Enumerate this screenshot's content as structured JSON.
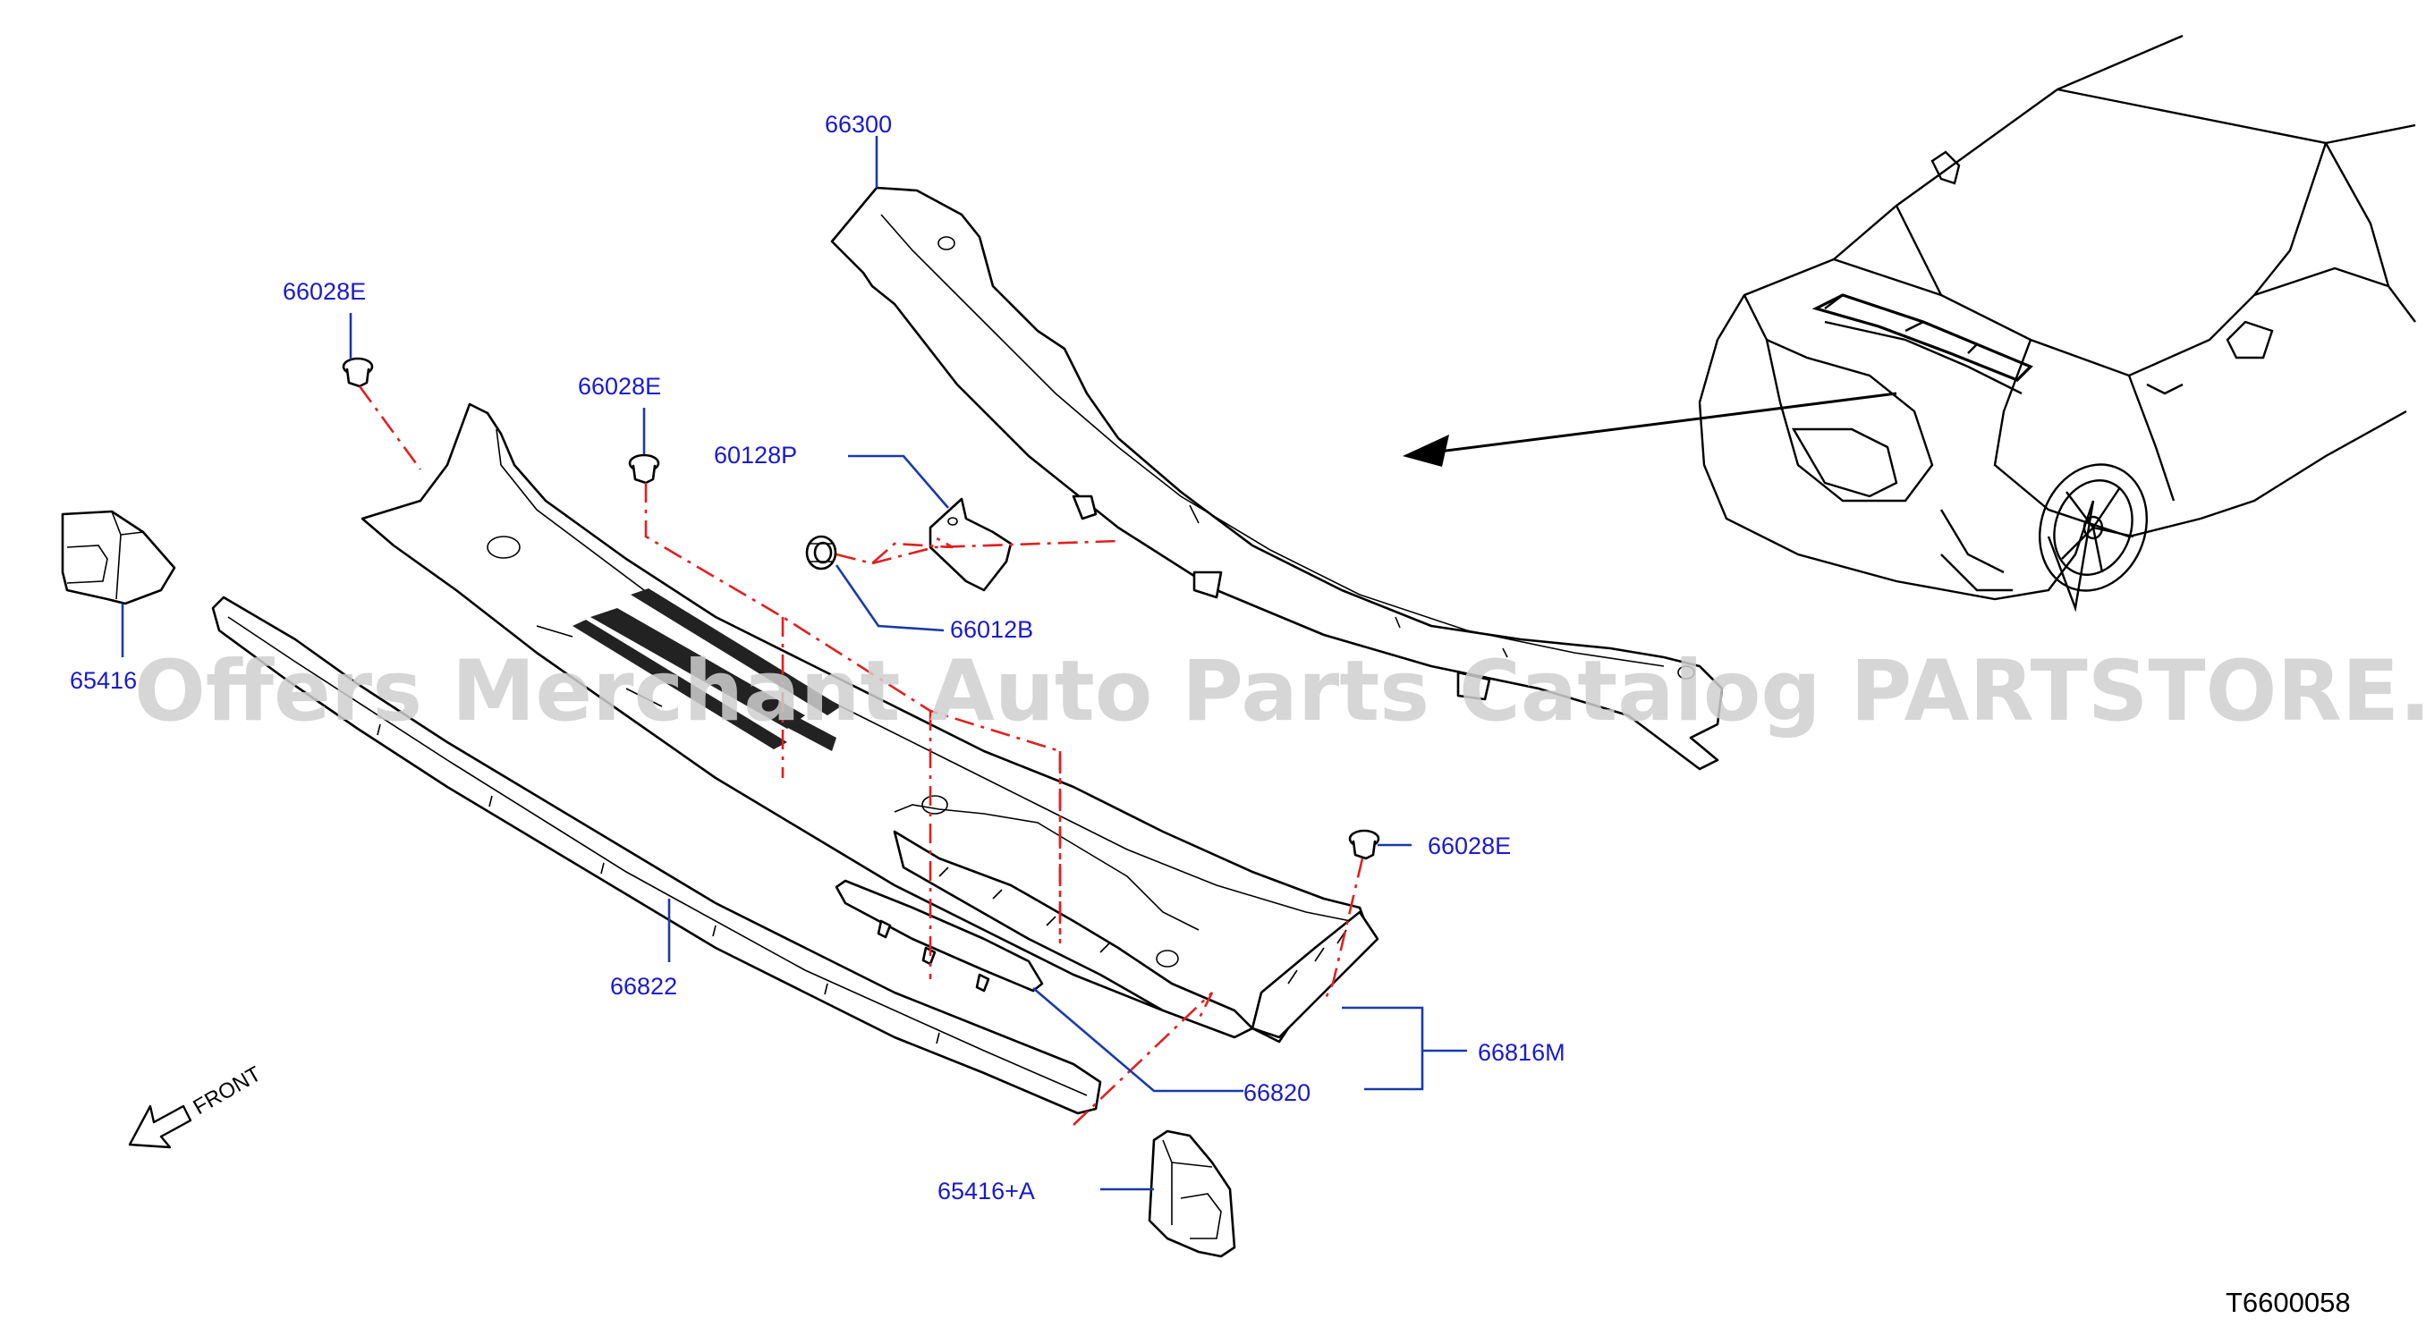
{
  "parts": {
    "cowl_top_cover": "66300",
    "clip_top_left": "66028E",
    "clip_center": "66028E",
    "clip_right": "66028E",
    "bracket": "60128P",
    "grommet": "66012B",
    "seal_left": "65416",
    "seal_front": "66822",
    "cowl_top_assembly": "66816M",
    "cowl_top_garnish": "66820",
    "seal_right": "65416+A"
  },
  "orientation": {
    "front_label": "FRONT"
  },
  "diagram_code": "T6600058",
  "watermark": "Offers Merchant Auto Parts Catalog PARTSTORE.SA",
  "colors": {
    "label": "#1a1acc",
    "leader": "#1a3aa8",
    "hidden_line": "#e02020",
    "outline": "#000000",
    "watermark": "#cfcfcf"
  }
}
